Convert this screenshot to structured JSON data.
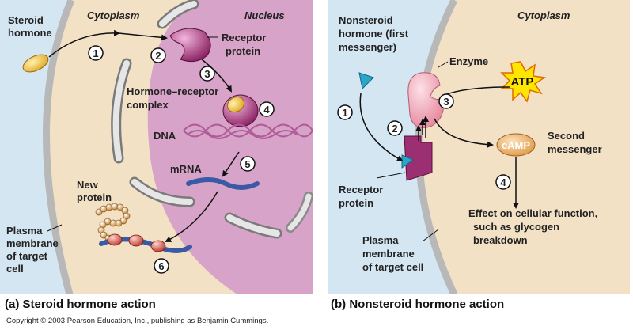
{
  "panel_a": {
    "labels": {
      "steroid_hormone_1": "Steroid",
      "steroid_hormone_2": "hormone",
      "cytoplasm": "Cytoplasm",
      "nucleus": "Nucleus",
      "receptor_protein_1": "Receptor",
      "receptor_protein_2": "protein",
      "complex_1": "Hormone–receptor",
      "complex_2": "complex",
      "dna": "DNA",
      "mrna": "mRNA",
      "new_protein_1": "New",
      "new_protein_2": "protein",
      "plasma_1": "Plasma",
      "plasma_2": "membrane",
      "plasma_3": "of target",
      "plasma_4": "cell"
    },
    "steps": [
      "1",
      "2",
      "3",
      "4",
      "5",
      "6"
    ],
    "caption": "(a)  Steroid hormone action"
  },
  "panel_b": {
    "labels": {
      "nonsteroid_1": "Nonsteroid",
      "nonsteroid_2": "hormone (first",
      "nonsteroid_3": "messenger)",
      "cytoplasm": "Cytoplasm",
      "enzyme": "Enzyme",
      "atp": "ATP",
      "camp": "cAMP",
      "second_1": "Second",
      "second_2": "messenger",
      "receptor_1": "Receptor",
      "receptor_2": "protein",
      "effect_1": "Effect on cellular function,",
      "effect_2": "such as glycogen",
      "effect_3": "breakdown",
      "plasma_1": "Plasma",
      "plasma_2": "membrane",
      "plasma_3": "of target cell"
    },
    "steps": [
      "1",
      "2",
      "3",
      "4"
    ],
    "caption": "(b)  Nonsteroid hormone action"
  },
  "copyright": "Copyright © 2003 Pearson Education, Inc., publishing as Benjamin Cummings.",
  "colors": {
    "extracellular": "#d4e6f2",
    "cytoplasm": "#f3e1c6",
    "membrane": "#b8b8b8",
    "nucleus": "#d7a3c8",
    "hormone": "#f2c13a",
    "receptor": "#9c2f72",
    "messenger_triangle": "#2aa6c9",
    "enzyme": "#f2a3b4",
    "atp": "#ffe600",
    "camp": "#f0b86a",
    "mrna": "#3a5aa5"
  }
}
